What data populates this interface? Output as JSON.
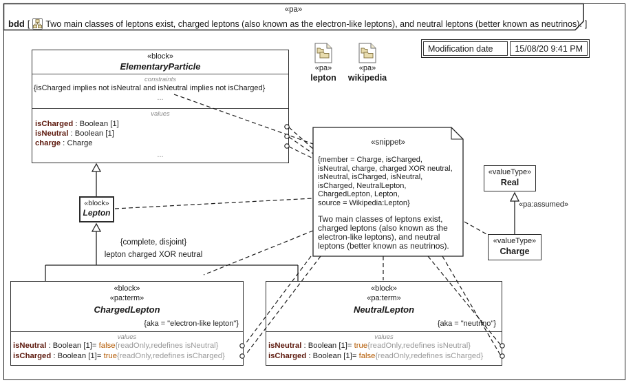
{
  "frame": {
    "stereotype": "«pa»",
    "kind": "bdd",
    "bracket_open": "[",
    "bracket_close": "]",
    "description": "Two main classes of leptons exist, charged leptons (also known as the electron-like leptons), and neutral leptons (better known as neutrinos)."
  },
  "modification": {
    "label": "Modification date",
    "value": "15/08/20 9:41 PM"
  },
  "palette_icons": [
    {
      "stereotype": "«pa»",
      "name": "lepton"
    },
    {
      "stereotype": "«pa»",
      "name": "wikipedia"
    }
  ],
  "elementary_particle": {
    "stereotype": "«block»",
    "name": "ElementaryParticle",
    "constraints_label": "constraints",
    "constraint": "{isCharged implies not isNeutral and isNeutral implies not isCharged}",
    "ellipsis": "...",
    "values_label": "values",
    "rows": [
      {
        "name": "isCharged",
        "rest": " : Boolean [1]"
      },
      {
        "name": "isNeutral",
        "rest": " : Boolean [1]"
      },
      {
        "name": "charge",
        "rest": " : Charge"
      }
    ]
  },
  "lepton_block": {
    "stereotype": "«block»",
    "name": "Lepton"
  },
  "generalization_set": {
    "constraint": "{complete, disjoint}",
    "name": "lepton charged XOR neutral"
  },
  "charged_lepton": {
    "stereotype1": "«block»",
    "stereotype2": "«pa:term»",
    "name": "ChargedLepton",
    "aka": "{aka = \"electron-like lepton\"}",
    "values_label": "values",
    "rows": [
      {
        "name": "isNeutral",
        "mid": " : Boolean [1]= ",
        "value": "false",
        "tags": "{readOnly,redefines isNeutral}"
      },
      {
        "name": "isCharged",
        "mid": " : Boolean [1]= ",
        "value": "true",
        "tags": "{readOnly,redefines isCharged}"
      }
    ]
  },
  "neutral_lepton": {
    "stereotype1": "«block»",
    "stereotype2": "«pa:term»",
    "name": "NeutralLepton",
    "aka": "{aka = \"neutrino\"}",
    "values_label": "values",
    "rows": [
      {
        "name": "isNeutral",
        "mid": " : Boolean [1]= ",
        "value": "true",
        "tags": "{readOnly,redefines isNeutral}"
      },
      {
        "name": "isCharged",
        "mid": " : Boolean [1]= ",
        "value": "false",
        "tags": "{readOnly,redefines isCharged}"
      }
    ]
  },
  "snippet": {
    "stereotype": "«snippet»",
    "member_lines": [
      "{member = Charge, isCharged,",
      "isNeutral, charge, charged XOR neutral,",
      "isNeutral, isCharged, isNeutral,",
      "isCharged, NeutralLepton,",
      "ChargedLepton, Lepton,",
      "source = Wikipedia:Lepton}"
    ],
    "description_lines": [
      "Two main classes of leptons exist,",
      "charged leptons (also known as the",
      "electron-like leptons), and neutral",
      "leptons (better known as neutrinos)."
    ]
  },
  "real_type": {
    "stereotype": "«valueType»",
    "name": "Real"
  },
  "charge_type": {
    "stereotype": "«valueType»",
    "name": "Charge"
  },
  "assumed_label": "«pa:assumed»",
  "colors": {
    "property_name": "#5d1a0e",
    "property_value": "#b35900",
    "property_tags": "#9a9a9a",
    "compartment_label": "#8c8c8c",
    "icon_tan_fill": "#e8dcae",
    "icon_tan_border": "#8a7a4a",
    "line": "#222222"
  }
}
